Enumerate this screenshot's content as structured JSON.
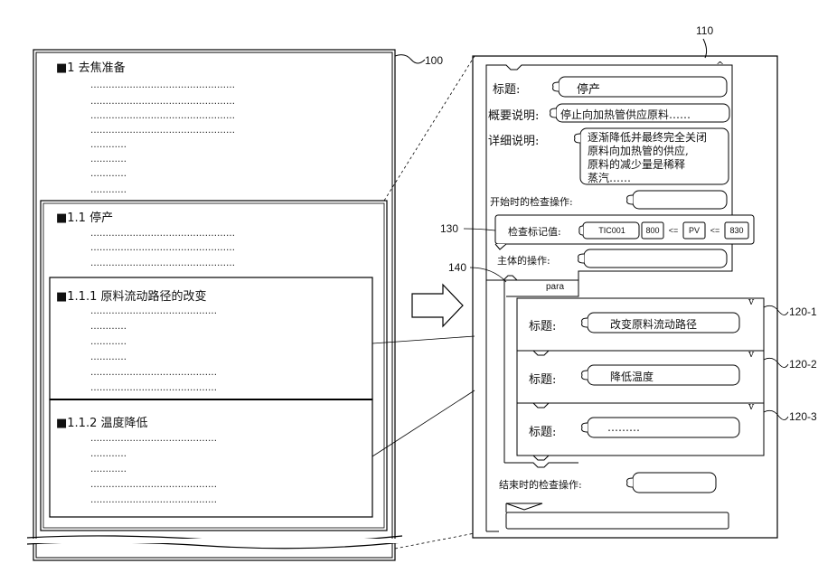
{
  "refs": {
    "doc": "100",
    "editor": "110",
    "marker_check": "130",
    "para_block": "140",
    "child1": "120-1",
    "child2": "120-2",
    "child3": "120-3"
  },
  "document": {
    "h1": "■1 去焦准备",
    "h11": "■1.1 停产",
    "h111": "■1.1.1 原料流动路径的改变",
    "h112": "■1.1.2 温度降低",
    "dots_long": "…………………………………………",
    "dots_short": "…………",
    "dots_mid": "……………………………………"
  },
  "editor": {
    "title_label": "标题:",
    "title_value": "停产",
    "summary_label": "概要说明:",
    "summary_value": "停止向加热管供应原料……",
    "detail_label": "详细说明:",
    "detail_lines": [
      "逐渐降低并最终完全关闭",
      "原料向加热管的供应,",
      "原料的减少量是稀释",
      "蒸汽……"
    ],
    "start_check_label": "开始时的检查操作:",
    "marker_label": "检查标记值:",
    "tag_value": "TIC001",
    "num_low": "800",
    "op1": "<=",
    "pv": "PV",
    "op2": "<=",
    "num_high": "830",
    "body_label": "主体的操作:",
    "para_label": "para",
    "children": [
      {
        "label": "标题:",
        "value": "改变原料流动路径"
      },
      {
        "label": "标题:",
        "value": "降低温度"
      },
      {
        "label": "标题:",
        "value": "………"
      }
    ],
    "end_check_label": "结束时的检查操作:",
    "caret_up": "^",
    "caret_down": "v"
  }
}
